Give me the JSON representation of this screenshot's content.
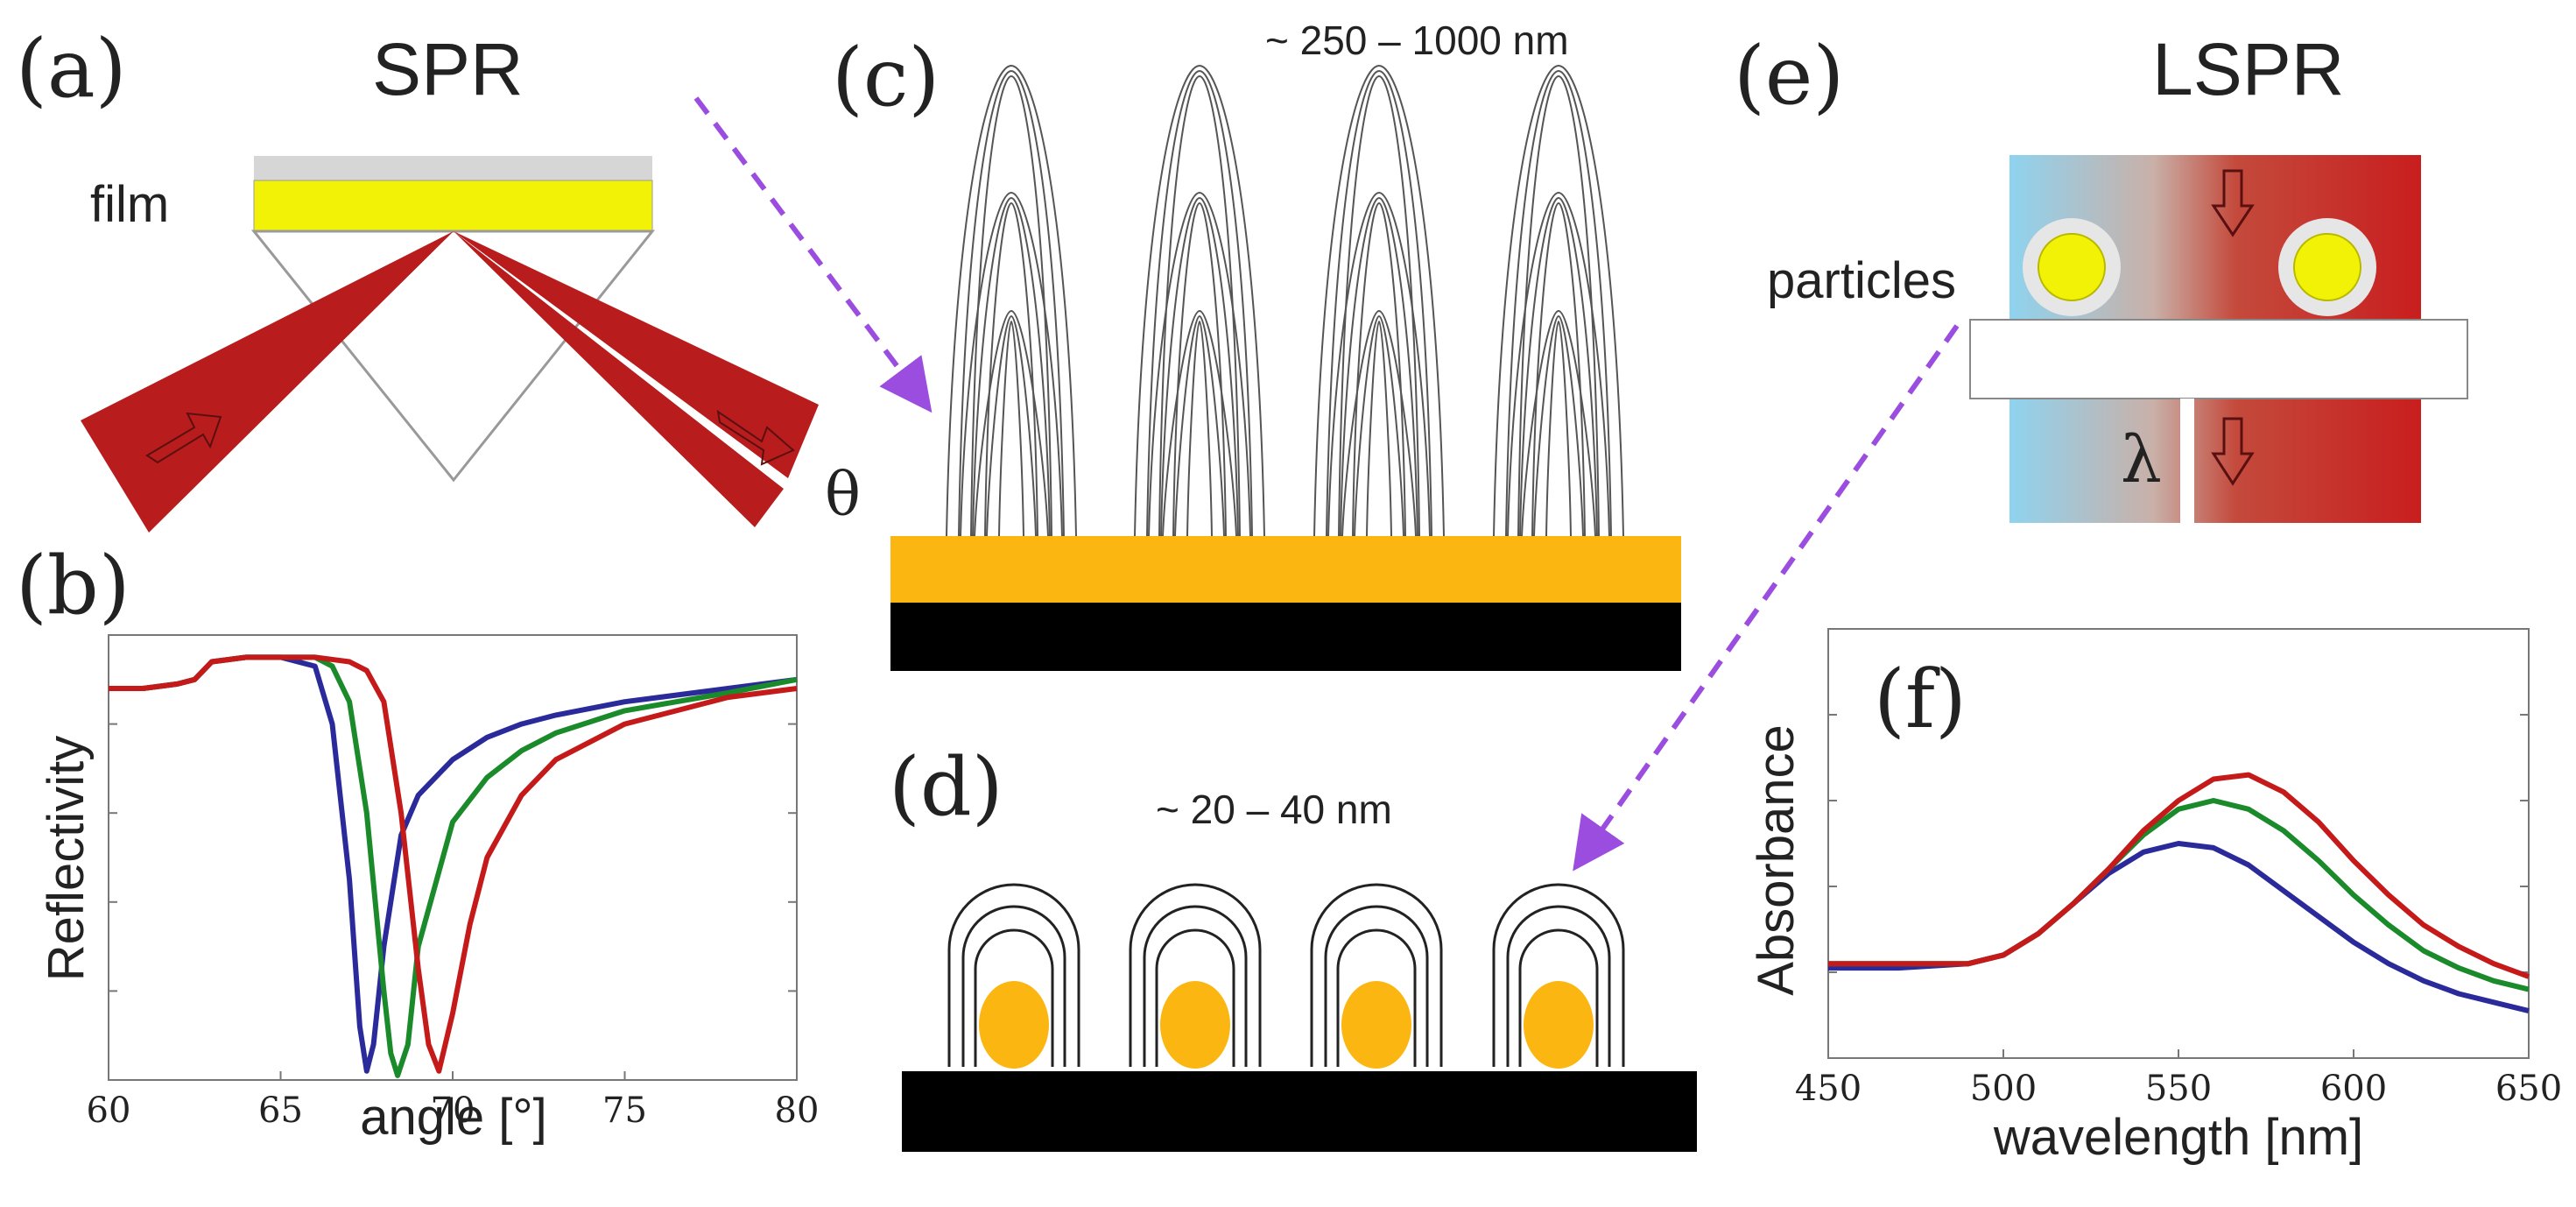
{
  "panels": {
    "a": {
      "label": "(a)",
      "title": "SPR",
      "film_label": "film",
      "angle_symbol": "θ"
    },
    "b": {
      "label": "(b)"
    },
    "c": {
      "label": "(c)",
      "range": "~ 250 – 1000 nm"
    },
    "d": {
      "label": "(d)",
      "range": "~ 20 – 40 nm"
    },
    "e": {
      "label": "(e)",
      "title": "LSPR",
      "particles_label": "particles",
      "wavelength_symbol": "λ"
    },
    "f": {
      "label": "(f)"
    }
  },
  "colors": {
    "gold": "#fbb612",
    "yellow": "#f2f207",
    "beam_red": "#b81c1c",
    "arrow_purple": "#9b4de0",
    "blue_curve": "#2a2a9a",
    "green_curve": "#1a8a2a",
    "red_curve": "#c41a1a"
  },
  "chart_data": [
    {
      "type": "line",
      "panel": "b",
      "xlabel": "angle [°]",
      "ylabel": "Reflectivity",
      "xlim": [
        60,
        80
      ],
      "x_ticks": [
        "60",
        "65",
        "70",
        "75",
        "80"
      ],
      "y_ticks_labeled": false,
      "series": [
        {
          "color": "#2a2a9a",
          "x": [
            60,
            61,
            62,
            62.5,
            63,
            64,
            65,
            66,
            66.5,
            67,
            67.3,
            67.5,
            67.7,
            68,
            68.5,
            69,
            70,
            71,
            72,
            73,
            75,
            78,
            80
          ],
          "y": [
            0.88,
            0.88,
            0.89,
            0.9,
            0.94,
            0.95,
            0.95,
            0.93,
            0.8,
            0.45,
            0.12,
            0.02,
            0.08,
            0.3,
            0.55,
            0.64,
            0.72,
            0.77,
            0.8,
            0.82,
            0.85,
            0.88,
            0.9
          ]
        },
        {
          "color": "#1a8a2a",
          "x": [
            60,
            61,
            62,
            62.5,
            63,
            64,
            65,
            66,
            66.5,
            67,
            67.5,
            68,
            68.2,
            68.4,
            68.7,
            69,
            70,
            71,
            72,
            73,
            75,
            78,
            80
          ],
          "y": [
            0.88,
            0.88,
            0.89,
            0.9,
            0.94,
            0.95,
            0.95,
            0.95,
            0.93,
            0.85,
            0.6,
            0.2,
            0.06,
            0.01,
            0.08,
            0.3,
            0.58,
            0.68,
            0.74,
            0.78,
            0.83,
            0.87,
            0.9
          ]
        },
        {
          "color": "#c41a1a",
          "x": [
            60,
            61,
            62,
            62.5,
            63,
            64,
            65,
            66,
            67,
            67.5,
            68,
            68.5,
            69,
            69.3,
            69.6,
            70,
            70.5,
            71,
            72,
            73,
            75,
            78,
            80
          ],
          "y": [
            0.88,
            0.88,
            0.89,
            0.9,
            0.94,
            0.95,
            0.95,
            0.95,
            0.94,
            0.92,
            0.85,
            0.6,
            0.25,
            0.08,
            0.02,
            0.15,
            0.35,
            0.5,
            0.64,
            0.72,
            0.8,
            0.86,
            0.88
          ]
        }
      ]
    },
    {
      "type": "line",
      "panel": "f",
      "xlabel": "wavelength [nm]",
      "ylabel": "Absorbance",
      "xlim": [
        450,
        650
      ],
      "x_ticks": [
        "450",
        "500",
        "550",
        "600",
        "650"
      ],
      "y_ticks_labeled": false,
      "series": [
        {
          "color": "#2a2a9a",
          "x": [
            450,
            470,
            490,
            500,
            510,
            520,
            530,
            540,
            550,
            560,
            570,
            580,
            590,
            600,
            610,
            620,
            630,
            640,
            650
          ],
          "y": [
            0.21,
            0.21,
            0.22,
            0.24,
            0.29,
            0.36,
            0.43,
            0.48,
            0.5,
            0.49,
            0.45,
            0.39,
            0.33,
            0.27,
            0.22,
            0.18,
            0.15,
            0.13,
            0.11
          ]
        },
        {
          "color": "#1a8a2a",
          "x": [
            450,
            470,
            490,
            500,
            510,
            520,
            530,
            540,
            550,
            560,
            570,
            580,
            590,
            600,
            610,
            620,
            630,
            640,
            650
          ],
          "y": [
            0.22,
            0.22,
            0.22,
            0.24,
            0.29,
            0.36,
            0.44,
            0.52,
            0.58,
            0.6,
            0.58,
            0.53,
            0.46,
            0.38,
            0.31,
            0.25,
            0.21,
            0.18,
            0.16
          ]
        },
        {
          "color": "#c41a1a",
          "x": [
            450,
            470,
            490,
            500,
            510,
            520,
            530,
            540,
            550,
            560,
            570,
            580,
            590,
            600,
            610,
            620,
            630,
            640,
            650
          ],
          "y": [
            0.22,
            0.22,
            0.22,
            0.24,
            0.29,
            0.36,
            0.44,
            0.53,
            0.6,
            0.65,
            0.66,
            0.62,
            0.55,
            0.46,
            0.38,
            0.31,
            0.26,
            0.22,
            0.19
          ]
        }
      ]
    }
  ]
}
